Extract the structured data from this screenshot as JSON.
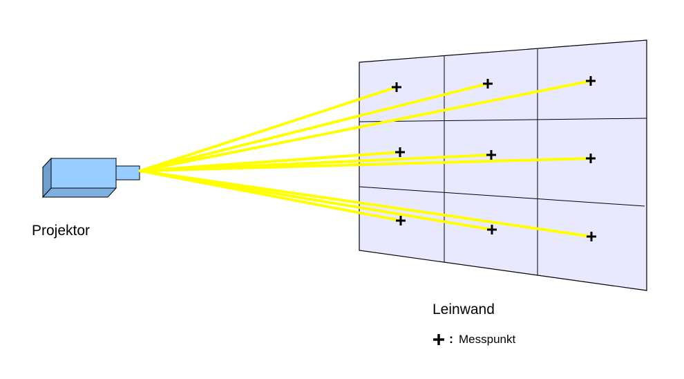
{
  "labels": {
    "projector": "Projektor",
    "screen": "Leinwand",
    "legend_separator": ":",
    "legend_text": "Messpunkt"
  },
  "colors": {
    "beam": "#ffff00",
    "screen_fill": "#e8e8ff",
    "projector_front": "#99ccff",
    "projector_side": "#6f9fcf",
    "projector_top": "#b9dcff",
    "outline": "#000000"
  },
  "icons": {
    "legend": "plus-icon"
  }
}
